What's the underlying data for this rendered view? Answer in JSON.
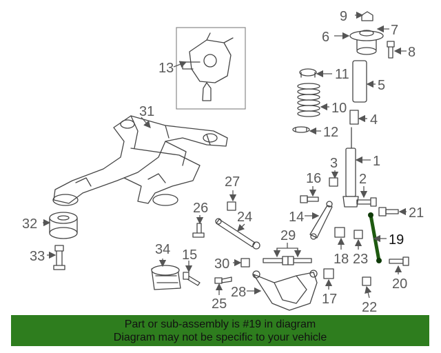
{
  "callouts": {
    "c1": "1",
    "c2": "2",
    "c3": "3",
    "c4": "4",
    "c5": "5",
    "c6": "6",
    "c7": "7",
    "c8": "8",
    "c9": "9",
    "c10": "10",
    "c11": "11",
    "c12": "12",
    "c13": "13",
    "c14": "14",
    "c15": "15",
    "c16": "16",
    "c17": "17",
    "c18": "18",
    "c19": "19",
    "c20": "20",
    "c21": "21",
    "c22": "22",
    "c23": "23",
    "c24": "24",
    "c25": "25",
    "c26": "26",
    "c27": "27",
    "c28": "28",
    "c29": "29",
    "c30": "30",
    "c31": "31",
    "c32": "32",
    "c33": "33",
    "c34": "34"
  },
  "highlight": {
    "part_number": "19",
    "color": "#2e7d1e"
  },
  "banner": {
    "line1": "Part or sub-assembly is #19 in diagram",
    "line2": "Diagram may not be specific to your vehicle",
    "background": "#2e7d1e"
  }
}
